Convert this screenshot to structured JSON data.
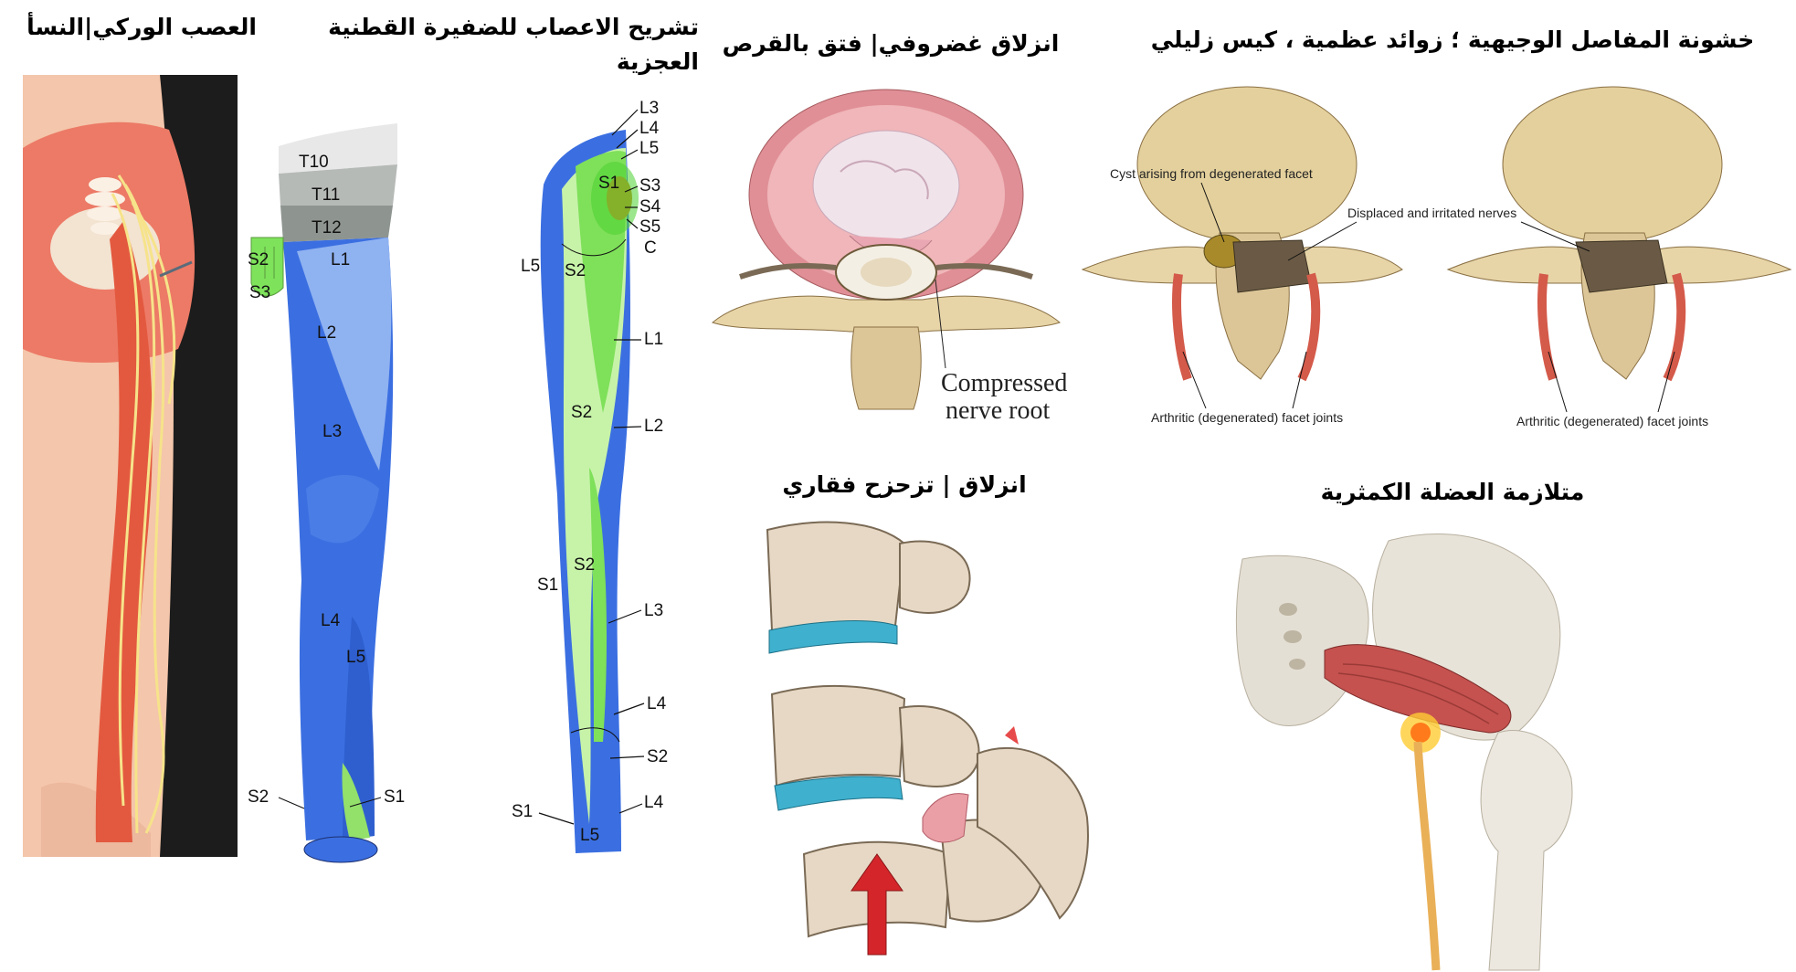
{
  "panels": {
    "sciatic": {
      "title": "العصب الوركي|النسأ"
    },
    "dermatomes": {
      "title_line1": "تشريح الاعصاب للضفيرة القطنية",
      "title_line2": "العجزية",
      "front_labels": {
        "t10": "T10",
        "t11": "T11",
        "t12": "T12",
        "l1": "L1",
        "l2": "L2",
        "l3": "L3",
        "l4": "L4",
        "l5": "L5",
        "s2_top": "S2",
        "s3_top": "S3",
        "s2_foot": "S2",
        "s1_foot": "S1"
      },
      "back_labels": {
        "l3": "L3",
        "l4": "L4",
        "l5": "L5",
        "s1": "S1",
        "s3": "S3",
        "s4": "S4",
        "s5": "S5",
        "c": "C",
        "l5_left": "L5",
        "s2_upper": "S2",
        "l1": "L1",
        "s2_mid": "S2",
        "l2": "L2",
        "s2_low": "S2",
        "s1_low": "S1",
        "l3_low": "L3",
        "l4_low": "L4",
        "s2_ankle": "S2",
        "s1_foot": "S1",
        "l4_foot": "L4",
        "l5_foot": "L5"
      }
    },
    "herniation": {
      "title": "انزلاق غضروفي| فتق بالقرص",
      "caption_line1": "Compressed",
      "caption_line2": "nerve root"
    },
    "facet": {
      "title": "خشونة المفاصل الوجيهية ؛ زوائد عظمية ، كيس زليلي",
      "cyst_label": "Cyst arising from degenerated facet",
      "displaced_label": "Displaced and irritated nerves",
      "arthritic_left": "Arthritic (degenerated) facet joints",
      "arthritic_right": "Arthritic (degenerated) facet joints"
    },
    "spondylolisthesis": {
      "title": "انزلاق | تزحزح فقاري"
    },
    "piriformis": {
      "title": "متلازمة العضلة الكمثرية"
    }
  },
  "colors": {
    "dermatome_blue": "#3a6de0",
    "dermatome_light_blue": "#8fb1f0",
    "dermatome_green": "#7fe05a",
    "dermatome_light_green": "#c6f3a8",
    "gray_band": "#9aa19c",
    "disc_pink": "#e8a3a6",
    "bone": "#e2cfa2",
    "cyan_disc": "#3fb1cf",
    "muscle_red": "#c5524f",
    "arrow_red": "#d4262a"
  }
}
